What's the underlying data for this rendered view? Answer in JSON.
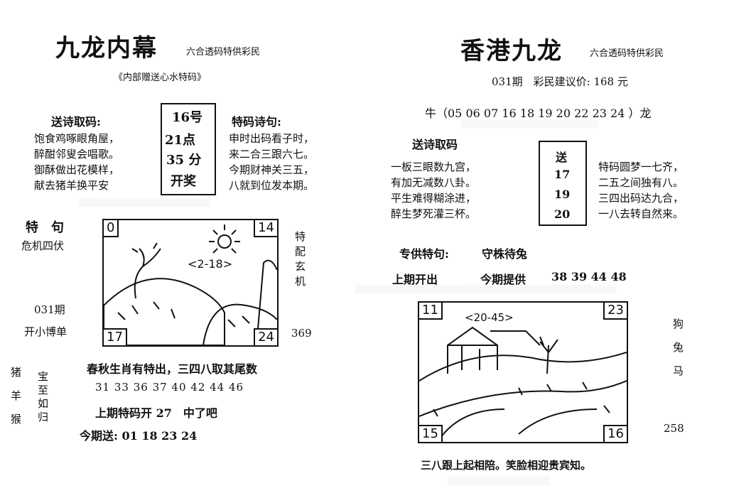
{
  "left": {
    "title": "九龙内幕",
    "subtitle": "六合透码特供彩民",
    "subheading": "《内部赠送心水特码》",
    "poem_gift_label": "送诗取码:",
    "poem_gift_lines": [
      "饱食鸡啄眼角屋，",
      "醉酣邻叟会唱歌。",
      "御酥做出花模样，",
      "献去猪羊换平安"
    ],
    "draw_time": {
      "day": "16号",
      "hour": "21点",
      "minute": "35 分",
      "label": "开奖"
    },
    "special_poem_label": "特码诗句:",
    "special_poem_lines": [
      "申时出码看子时，",
      "来二合三跟六七。",
      "今期财神关三五，",
      "八就到位发本期。"
    ],
    "phrase_label": "特　句",
    "phrase": "危机四伏",
    "issue": "031期",
    "bet_hint": "开小博单",
    "side_label": "特配玄机",
    "side_number": "369",
    "picture": {
      "corner_tl": "0",
      "corner_tr": "14",
      "corner_bl": "17",
      "corner_br": "24",
      "range": "<2-18>"
    },
    "zodiac_vertical": "猪羊猴",
    "blessing_vertical": "宝至如归",
    "spring_autumn": "春秋生肖有特出，三四八取其尾数",
    "number_row": "31 33 36 37 40 42 44 46",
    "last_issue": "上期特码开 27　中了吧",
    "this_issue": "今期送: 01 18 23 24"
  },
  "right": {
    "title": "香港九龙",
    "subtitle": "六合透码特供彩民",
    "issue_price": "031期　彩民建议价: 168 元",
    "ox_dragon": "牛（05 06 07 16 18 19 20 22 23 24 ）龙",
    "poem_gift_label": "送诗取码",
    "poem_gift_lines": [
      "一板三眼数九宫，",
      "有加无减数八卦。",
      "平生难得糊涂进，",
      "醉生梦死灌三杯。"
    ],
    "gift_box": [
      "送",
      "17",
      "19",
      "20"
    ],
    "special_lines": [
      "特码圆梦一七齐，",
      "二五之间独有八。",
      "三四出码达九合，",
      "一八去转自然来。"
    ],
    "special_phrase_label": "专供特句:",
    "special_phrase": "守株待兔",
    "last_issue_label": "上期开出",
    "this_issue_label": "今期提供",
    "this_issue_numbers": "38 39 44 48",
    "picture": {
      "corner_tl": "11",
      "corner_tr": "23",
      "corner_bl": "15",
      "corner_br": "16",
      "range": "<20-45>"
    },
    "zodiac_vertical": "狗兔马",
    "side_number": "258",
    "footer": "三八跟上起相陪。笑脸相迎贵宾知。"
  },
  "colors": {
    "ink": "#111111",
    "paper": "#ffffff",
    "faint": "#d8d8d8"
  }
}
